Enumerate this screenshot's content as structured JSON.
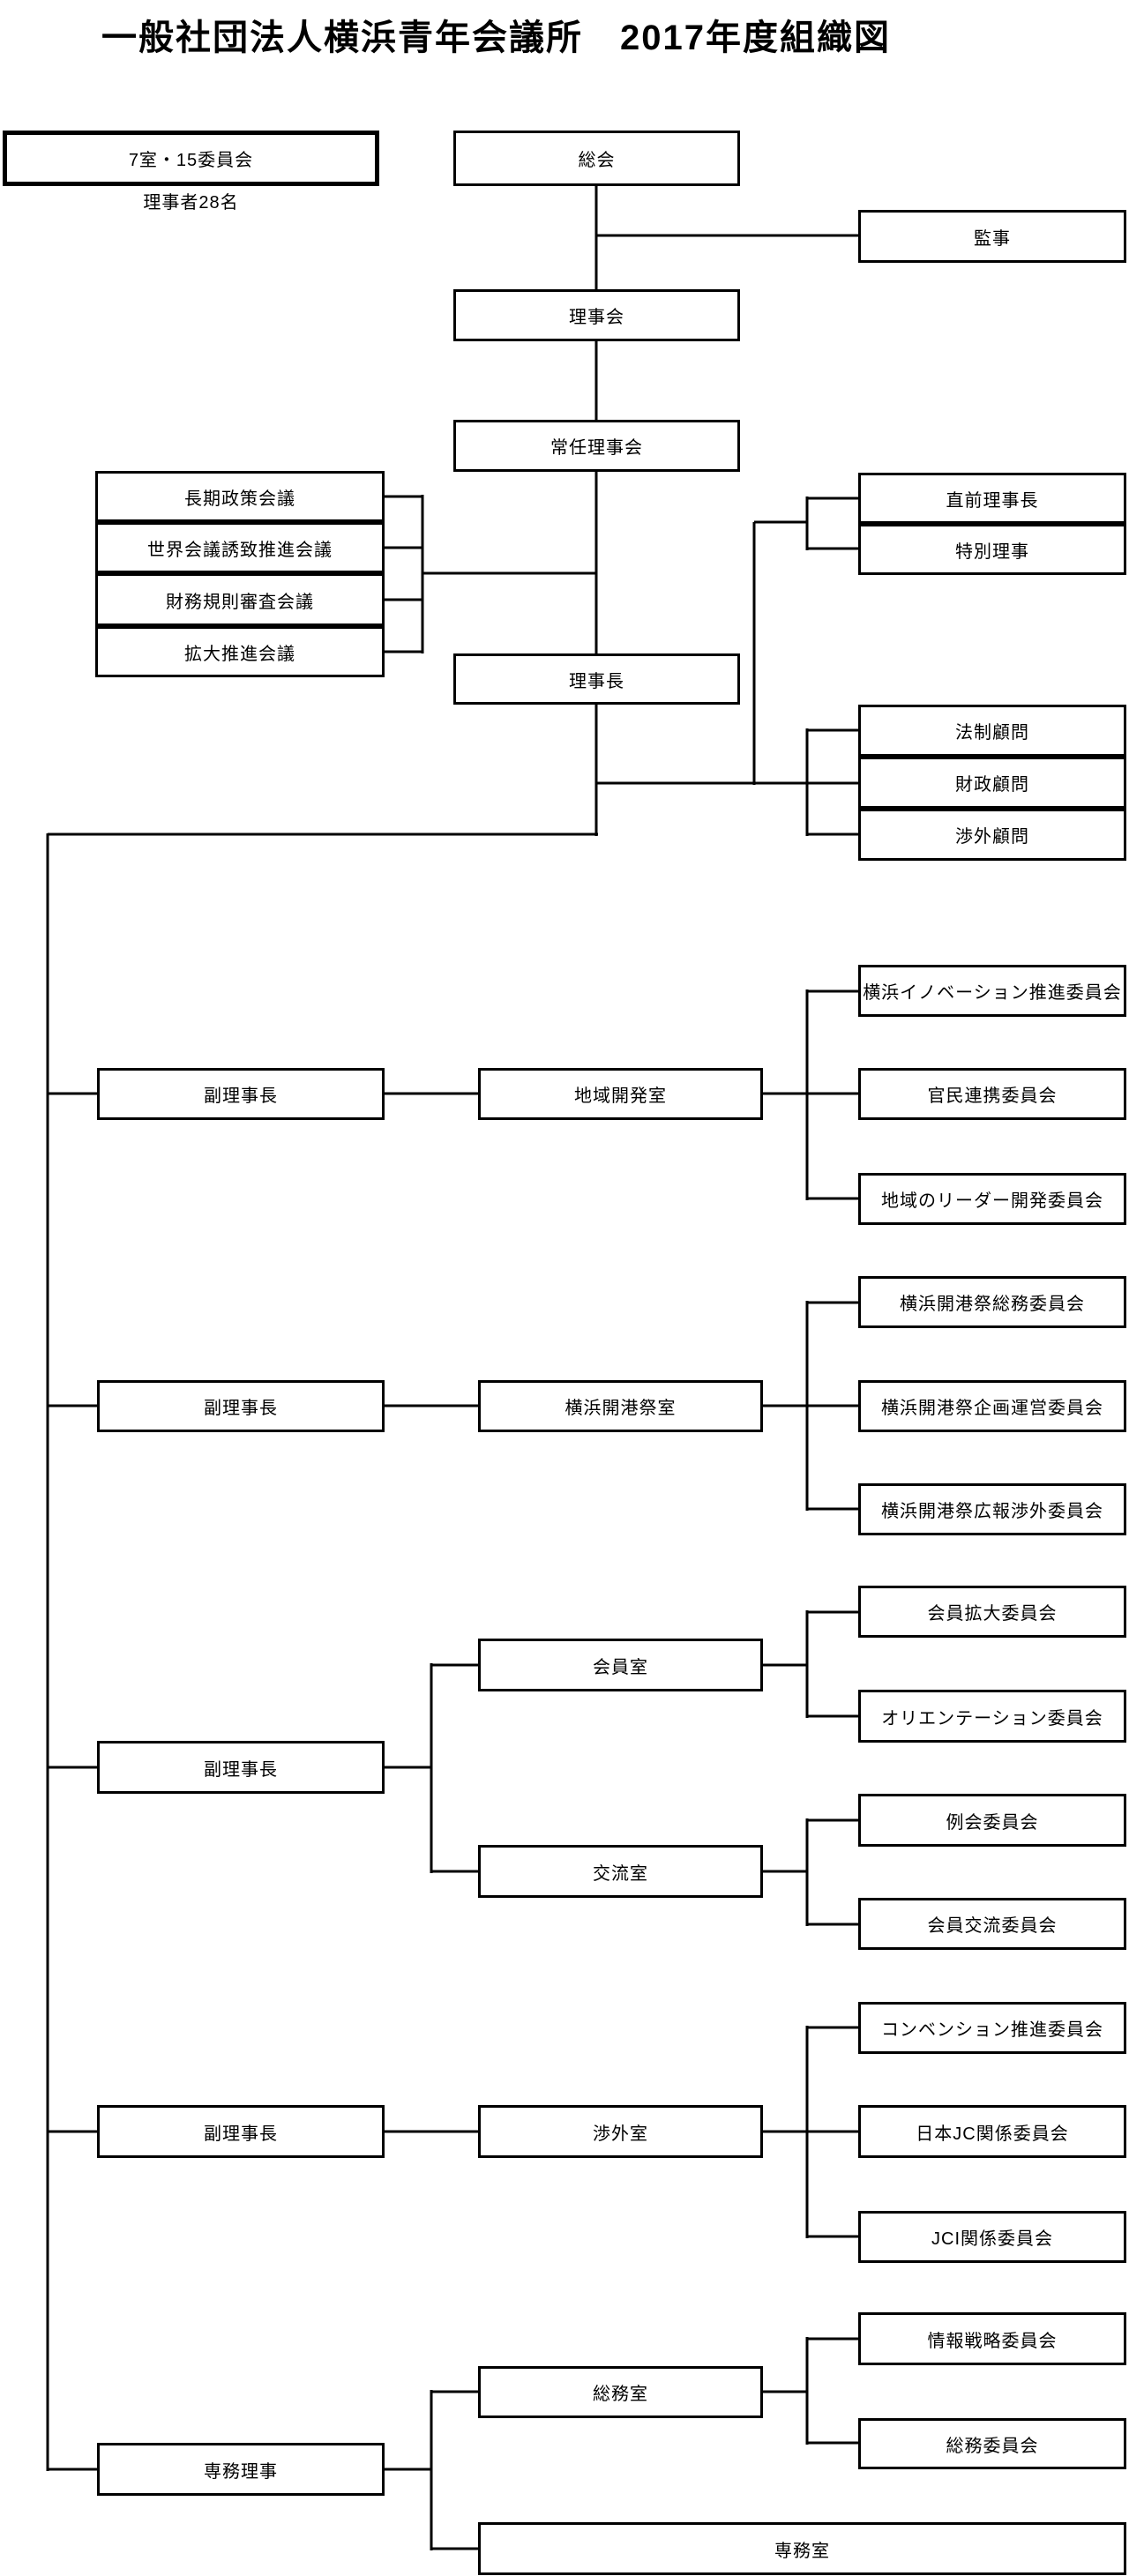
{
  "page": {
    "title": "一般社団法人横浜青年会議所　2017年度組織図"
  },
  "summary": {
    "box_label": "7室・15委員会",
    "note": "理事者28名"
  },
  "governance": {
    "general_meeting": "総会",
    "auditor": "監事",
    "board_of_directors": "理事会",
    "standing_board": "常任理事会",
    "chairman": "理事長",
    "conferences": [
      "長期政策会議",
      "世界会議誘致推進会議",
      "財務規則審査会議",
      "拡大推進会議"
    ],
    "senior_advisors": [
      "直前理事長",
      "特別理事"
    ],
    "advisors": [
      "法制顧問",
      "財政顧問",
      "渉外顧問"
    ]
  },
  "groups": [
    {
      "leader": "副理事長",
      "rooms": [
        {
          "name": "地域開発室",
          "committees": [
            "横浜イノベーション推進委員会",
            "官民連携委員会",
            "地域のリーダー開発委員会"
          ]
        }
      ]
    },
    {
      "leader": "副理事長",
      "rooms": [
        {
          "name": "横浜開港祭室",
          "committees": [
            "横浜開港祭総務委員会",
            "横浜開港祭企画運営委員会",
            "横浜開港祭広報渉外委員会"
          ]
        }
      ]
    },
    {
      "leader": "副理事長",
      "rooms": [
        {
          "name": "会員室",
          "committees": [
            "会員拡大委員会",
            "オリエンテーション委員会"
          ]
        },
        {
          "name": "交流室",
          "committees": [
            "例会委員会",
            "会員交流委員会"
          ]
        }
      ]
    },
    {
      "leader": "副理事長",
      "rooms": [
        {
          "name": "渉外室",
          "committees": [
            "コンベンション推進委員会",
            "日本JC関係委員会",
            "JCI関係委員会"
          ]
        }
      ]
    },
    {
      "leader": "専務理事",
      "rooms": [
        {
          "name": "総務室",
          "committees": [
            "情報戦略委員会",
            "総務委員会"
          ]
        },
        {
          "name": "専務室",
          "committees": []
        }
      ]
    }
  ]
}
